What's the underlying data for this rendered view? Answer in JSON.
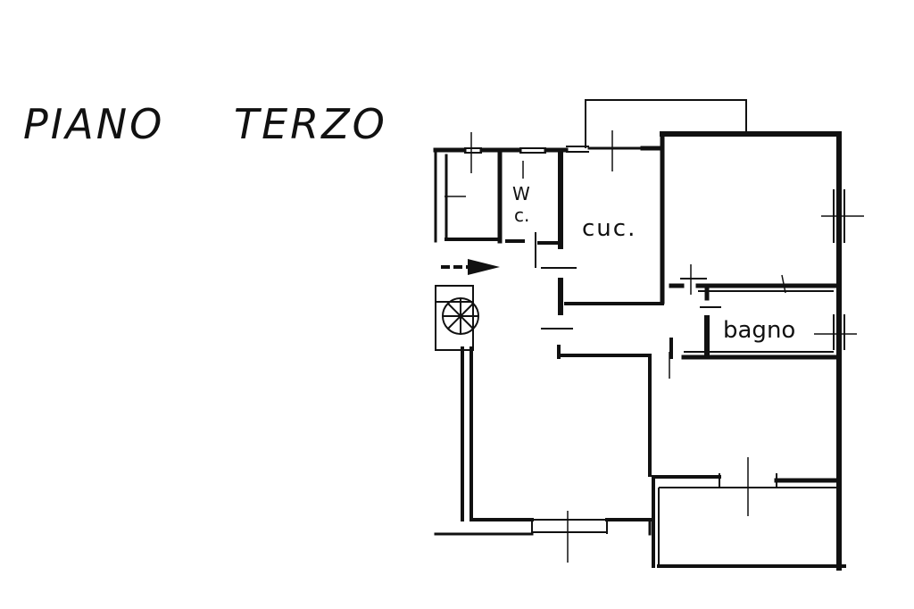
{
  "title": {
    "word1": "PIANO",
    "word2": "TERZO"
  },
  "rooms": {
    "wc_line1": "W",
    "wc_line2": "c.",
    "kitchen": "cuc.",
    "bathroom": "bagno"
  },
  "colors": {
    "ink": "#111111",
    "paper": "#ffffff"
  }
}
